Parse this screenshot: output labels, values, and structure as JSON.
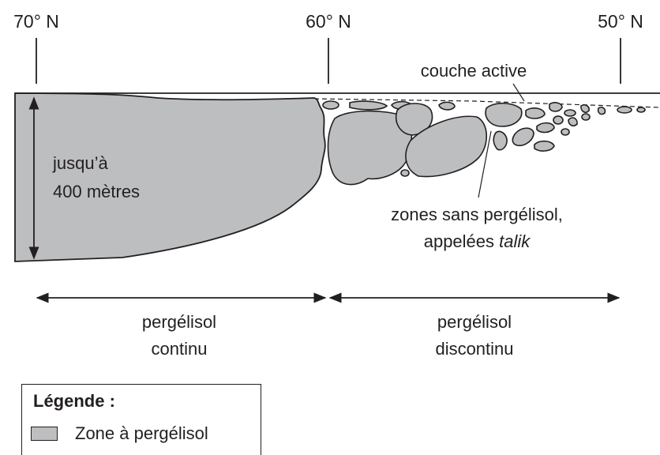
{
  "latitudes": [
    "70° N",
    "60° N",
    "50° N"
  ],
  "labels": {
    "active_layer": "couche active",
    "depth_line1": "jusqu’à",
    "depth_line2": "400 mètres",
    "talik_line1": "zones sans pergélisol,",
    "talik_line2_prefix": "appelées ",
    "talik_line2_italic": "talik",
    "continuous_line1": "pergélisol",
    "continuous_line2": "continu",
    "discontinuous_line1": "pergélisol",
    "discontinuous_line2": "discontinu"
  },
  "legend": {
    "title": "Légende :",
    "item_label": "Zone à pergélisol",
    "item_color": "#bcbec0"
  },
  "colors": {
    "permafrost_fill": "#bcbec0",
    "ink": "#231f20"
  }
}
